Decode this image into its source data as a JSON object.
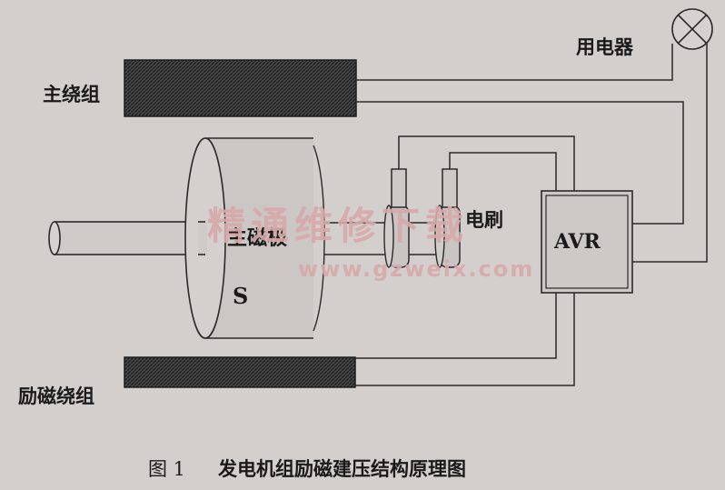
{
  "labels": {
    "load": "用电器",
    "main_winding": "主绕组",
    "excitation_winding": "励磁绕组",
    "main_pole": "主磁极",
    "pole_s": "S",
    "brush": "电刷",
    "avr": "AVR"
  },
  "caption": {
    "number": "图 1",
    "text": "发电机组励磁建压结构原理图"
  },
  "watermark": {
    "text": "精通维修下载",
    "url": "www.gzweix.com"
  },
  "colors": {
    "background": "#d3cfcc",
    "line": "#2a2a2a",
    "winding": "#3a3a3a",
    "watermark": "#d8a9a9"
  }
}
